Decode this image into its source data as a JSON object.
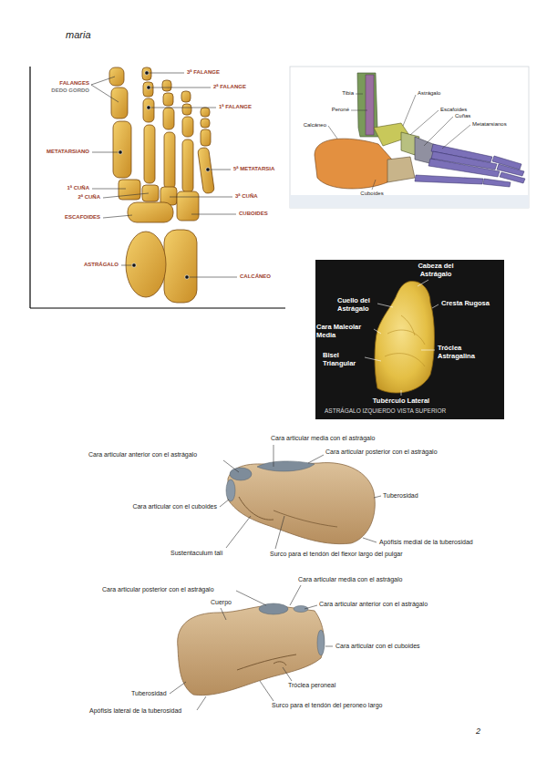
{
  "diagram": {
    "labels": [
      "maria",
      "3ª FALANGE",
      "2ª FALANGE",
      "1ª FALANGE",
      "FALANGES",
      "DEDO GORDO",
      "METATARSIANO",
      "5ª METATARSIA",
      "1ª CUÑA",
      "2ª CUÑA",
      "3ª CUÑA",
      "CUBOIDES",
      "ESCAFOIDES",
      "ASTRÁGALO",
      "CALCÁNEO",
      "Tibia",
      "Peroné",
      "Calcáneo",
      "Astrágalo",
      "Escafoides",
      "Cuñas",
      "Metatarsianos",
      "Cuboides",
      "Cabeza del Astrágalo",
      "Cuello del Astrágalo",
      "Cresta Rugosa",
      "Cara Maleolar Media",
      "Tróclea Astragalina",
      "Bisel Triangular",
      "Tubérculo Lateral",
      "ASTRÁGALO IZQUIERDO VISTA SUPERIOR",
      "Cara articular media con el astrágalo",
      "Cara articular posterior con el astrágalo",
      "Cara articular anterior con el astrágalo",
      "Cara articular con el cuboides",
      "Tuberosidad",
      "Sustentaculum tali",
      "Apófisis medial de la tuberosidad",
      "Surco para el tendón del flexor largo del pulgar",
      "Cara articular posterior con el astrágalo",
      "Cuerpo",
      "Cara articular media con el astrágalo",
      "Cara articular anterior con el astrágalo",
      "Cara articular con el cuboides",
      "Tróclea peroneal",
      "Tuberosidad",
      "Surco para el tendón del peroneo largo",
      "Apófisis lateral de la tuberosidad",
      "2"
    ]
  }
}
